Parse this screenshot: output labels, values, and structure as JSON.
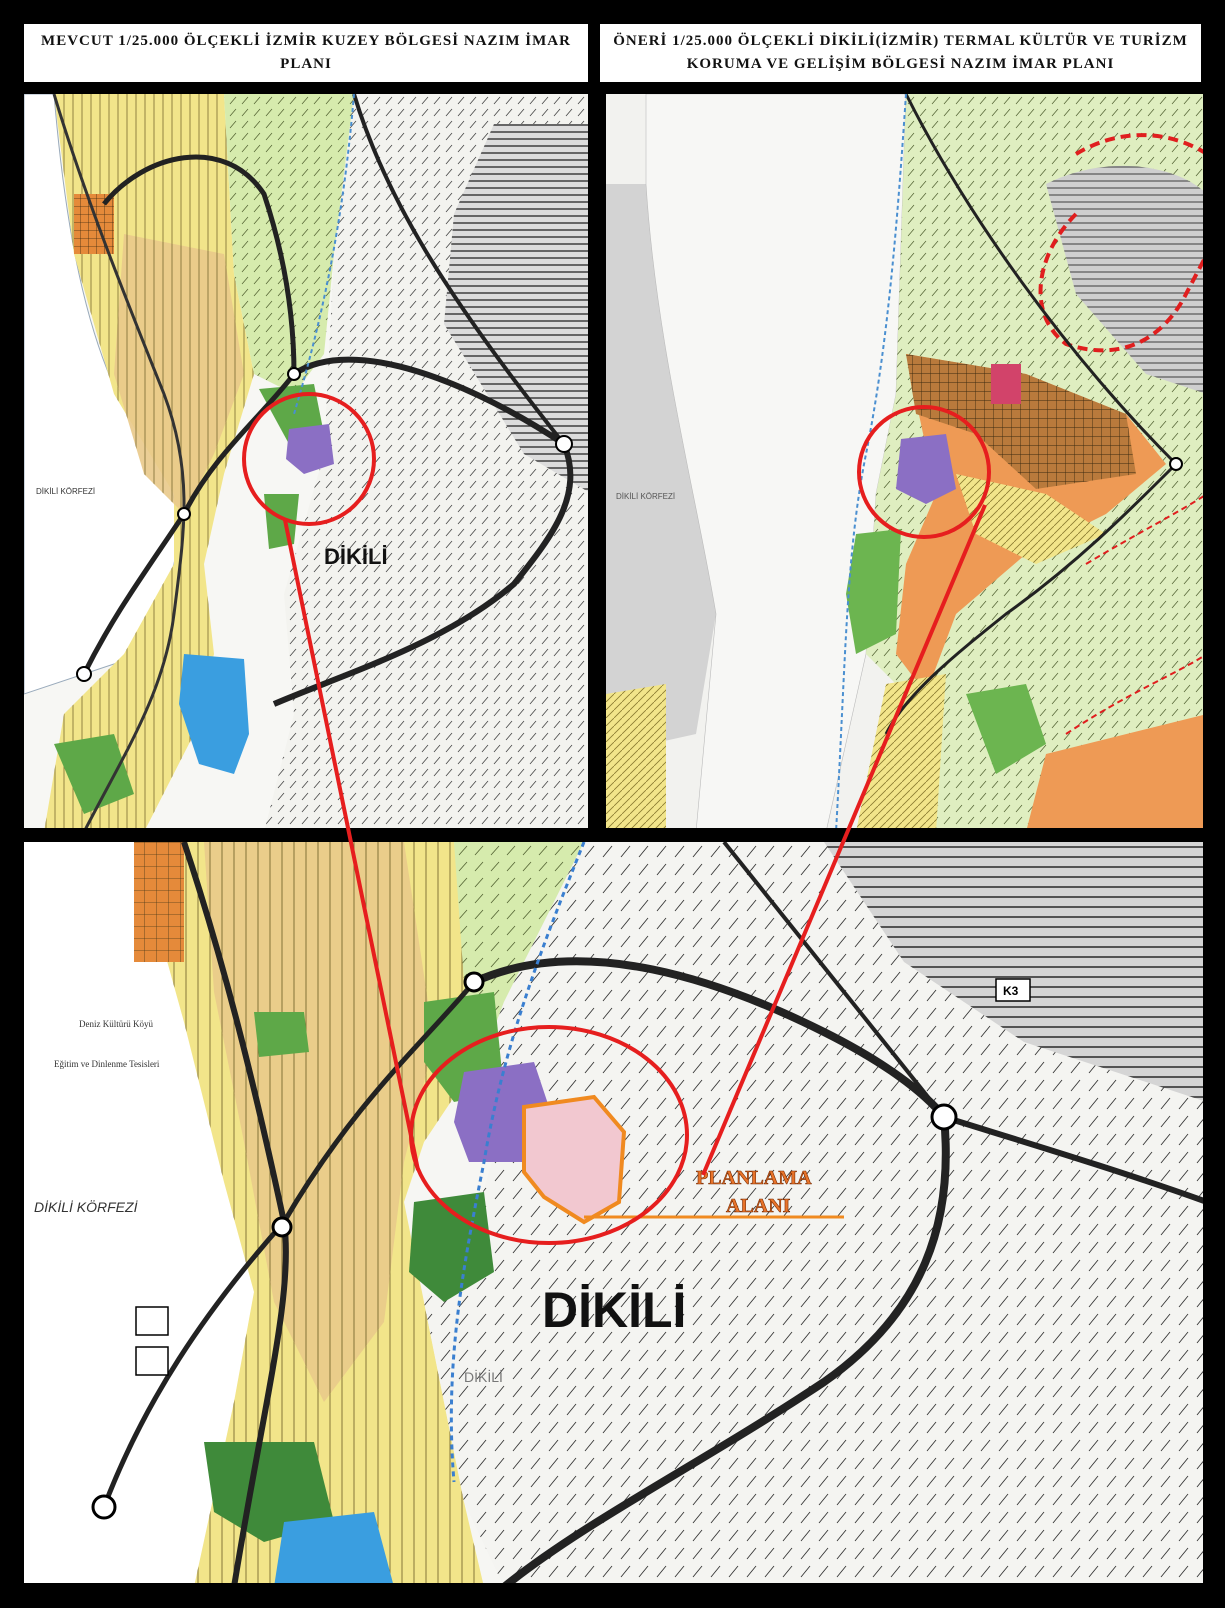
{
  "panels": {
    "existing_plan_title": "MEVCUT 1/25.000 ÖLÇEKLİ İZMİR KUZEY BÖLGESİ NAZIM İMAR PLANI",
    "proposed_plan_title": "ÖNERİ 1/25.000 ÖLÇEKLİ DİKİLİ(İZMİR) TERMAL KÜLTÜR VE TURİZM KORUMA VE GELİŞİM BÖLGESİ NAZIM İMAR PLANI"
  },
  "map_labels": {
    "town_small": "DİKİLİ",
    "town_large": "DİKİLİ",
    "gulf_large": "DİKİLİ KÖRFEZİ",
    "gulf_small": "DİKİLİ KÖRFEZİ",
    "planning_area": [
      "PLANLAMA",
      "ALANI"
    ],
    "town_faint": "DİKİLİ",
    "road_code": "K3",
    "poi_1": "Deniz Kültürü Köyü",
    "poi_2": "Eğitim ve Dinlenme Tesisleri"
  },
  "colors": {
    "sea": "#ffffff",
    "residential_yellow": "#f2e58a",
    "residential_tan": "#e9c98a",
    "agriculture_green": "#cfe6a0",
    "forest_green": "#5ea848",
    "protection_gray": "#c8c8c8",
    "thermal_orange": "#ee9a55",
    "thermal_purple": "#8b6fc4",
    "planning_pink": "#f2c8d0",
    "water_blue": "#3a9ee0",
    "highlight_red": "#e61e1e",
    "planning_outline": "#f08a20"
  }
}
